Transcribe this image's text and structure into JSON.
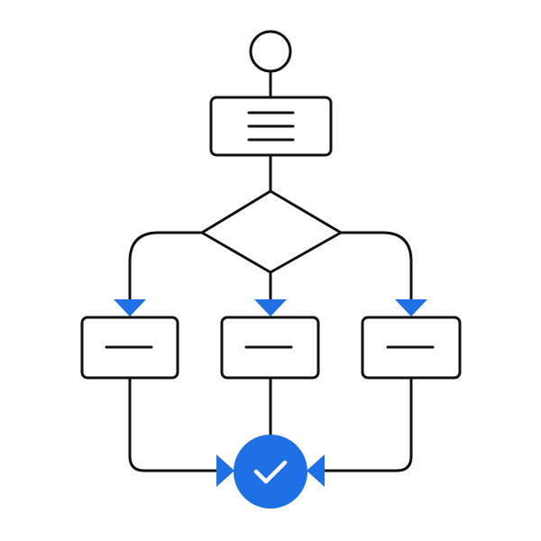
{
  "colors": {
    "stroke": "#111111",
    "accent": "#1f6fe5",
    "background": "#ffffff"
  },
  "diagram": {
    "type": "flowchart",
    "nodes": [
      {
        "id": "start",
        "shape": "circle",
        "icon": "start-circle-icon"
      },
      {
        "id": "process",
        "shape": "rounded-rect",
        "icon": "text-lines-icon"
      },
      {
        "id": "decision",
        "shape": "diamond"
      },
      {
        "id": "branch-left",
        "shape": "rounded-rect",
        "icon": "dash-icon"
      },
      {
        "id": "branch-middle",
        "shape": "rounded-rect",
        "icon": "dash-icon"
      },
      {
        "id": "branch-right",
        "shape": "rounded-rect",
        "icon": "dash-icon"
      },
      {
        "id": "end",
        "shape": "circle",
        "icon": "checkmark-icon"
      }
    ],
    "edges": [
      {
        "from": "start",
        "to": "process",
        "arrow": false
      },
      {
        "from": "process",
        "to": "decision",
        "arrow": false
      },
      {
        "from": "decision",
        "to": "branch-left",
        "arrow": true
      },
      {
        "from": "decision",
        "to": "branch-middle",
        "arrow": true
      },
      {
        "from": "decision",
        "to": "branch-right",
        "arrow": true
      },
      {
        "from": "branch-left",
        "to": "end",
        "arrow": true
      },
      {
        "from": "branch-middle",
        "to": "end",
        "arrow": false
      },
      {
        "from": "branch-right",
        "to": "end",
        "arrow": true
      }
    ]
  }
}
